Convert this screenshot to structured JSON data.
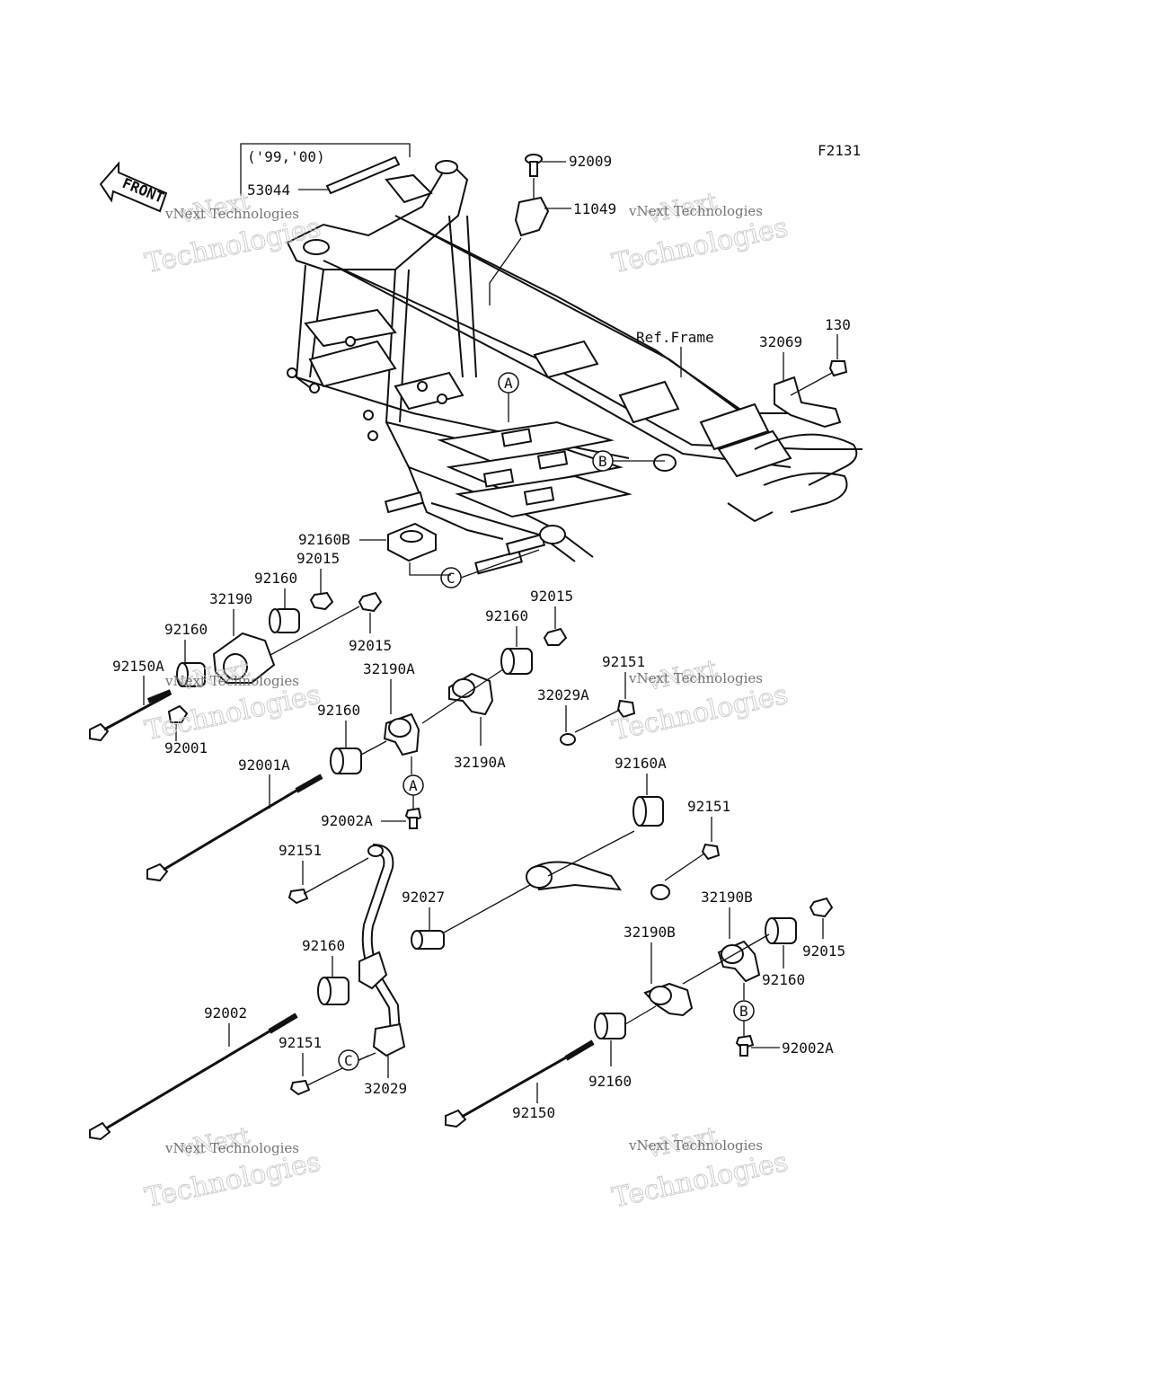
{
  "figure_code": "F2131",
  "front_label": "FRONT",
  "year_note": "('99,'00)",
  "ref_frame": "Ref.Frame",
  "callouts": {
    "A": "A",
    "B": "B",
    "C": "C"
  },
  "parts": {
    "p53044": "53044",
    "p92009": "92009",
    "p11049": "11049",
    "p32069": "32069",
    "p130": "130",
    "p92160B": "92160B",
    "p92015_a": "92015",
    "p92160_a": "92160",
    "p32190": "32190",
    "p92015_b": "92015",
    "p92160_b": "92160",
    "p92150A": "92150A",
    "p92001": "92001",
    "p32190A_a": "32190A",
    "p92160_c": "92160",
    "p92015_c": "92015",
    "p92160_d": "92160",
    "p32190A_b": "32190A",
    "p92151_a": "92151",
    "p32029A": "32029A",
    "p92001A": "92001A",
    "p92002A_a": "92002A",
    "p92160A": "92160A",
    "p92151_b": "92151",
    "p92151_c": "92151",
    "p92027": "92027",
    "p32190B_a": "32190B",
    "p92015_d": "92015",
    "p32190B_b": "32190B",
    "p92160_e": "92160",
    "p92160_f": "92160",
    "p92002": "92002",
    "p92151_d": "92151",
    "p32029": "32029",
    "p92002A_b": "92002A",
    "p92160_g": "92160",
    "p92150": "92150"
  },
  "watermark": {
    "brand": "vNext",
    "text": "Technologies",
    "full": "vNext Technologies"
  }
}
